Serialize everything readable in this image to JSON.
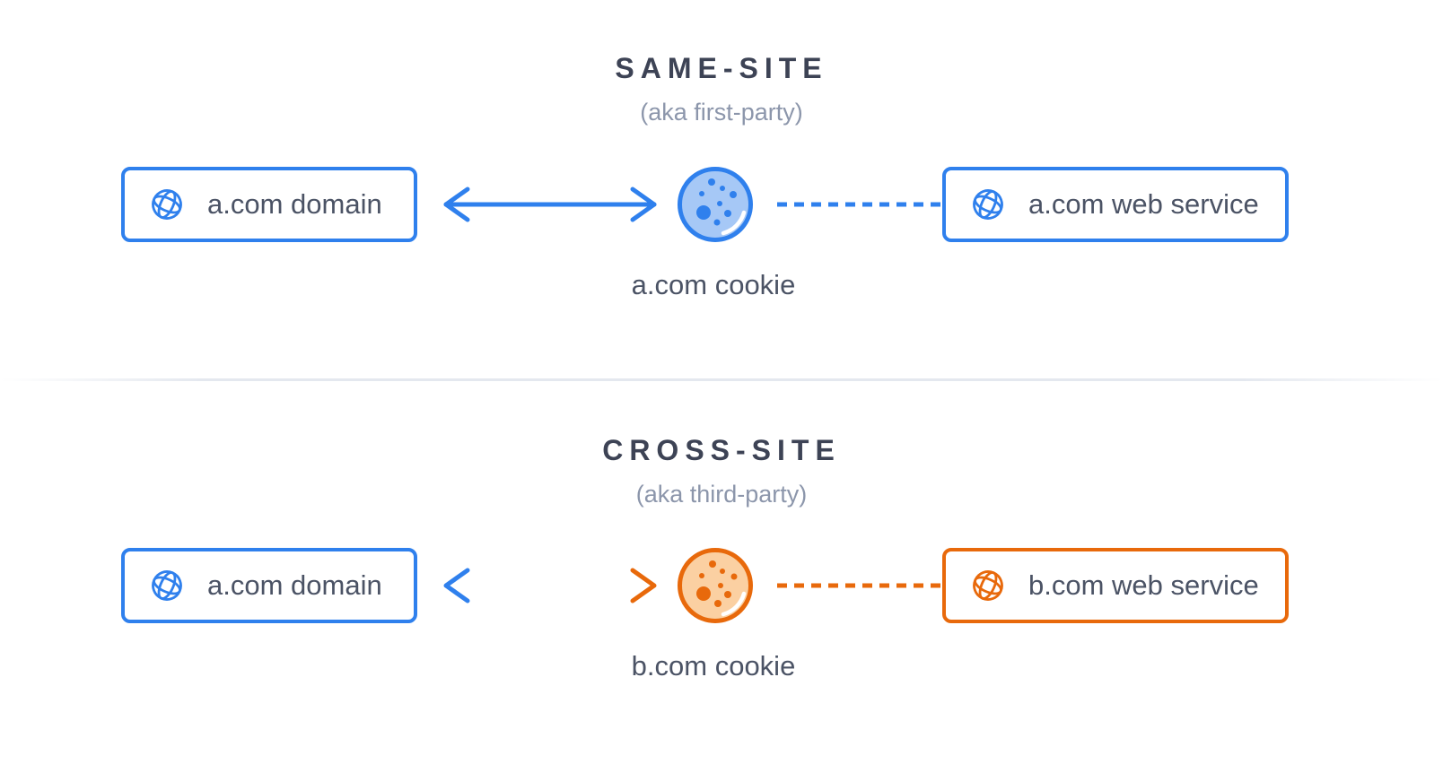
{
  "colors": {
    "blue": "#2f80ed",
    "blue_fill": "#a6c8f6",
    "orange": "#e8690b",
    "orange_fill": "#fbd0a2",
    "title": "#3d4355",
    "text": "#4b5365",
    "subtitle": "#8c96ab",
    "divider": "#e4e8ef"
  },
  "sections": [
    {
      "title": "SAME-SITE",
      "subtitle": "(aka first-party)",
      "left_box": {
        "label": "a.com domain",
        "icon": "globe-icon",
        "accent": "blue"
      },
      "right_box": {
        "label": "a.com web service",
        "icon": "globe-icon",
        "accent": "blue"
      },
      "cookie": {
        "label": "a.com cookie",
        "icon": "cookie-icon",
        "accent": "blue"
      },
      "connections": {
        "left": "bidirectional-arrow-blue",
        "right": "dashed-line-blue"
      }
    },
    {
      "title": "CROSS-SITE",
      "subtitle": "(aka third-party)",
      "left_box": {
        "label": "a.com domain",
        "icon": "globe-icon",
        "accent": "blue"
      },
      "right_box": {
        "label": "b.com web service",
        "icon": "globe-icon",
        "accent": "orange"
      },
      "cookie": {
        "label": "b.com cookie",
        "icon": "cookie-icon",
        "accent": "orange"
      },
      "connections": {
        "left": "bidirectional-arrow-blue-to-orange-gradient",
        "right": "dashed-line-orange"
      }
    }
  ]
}
